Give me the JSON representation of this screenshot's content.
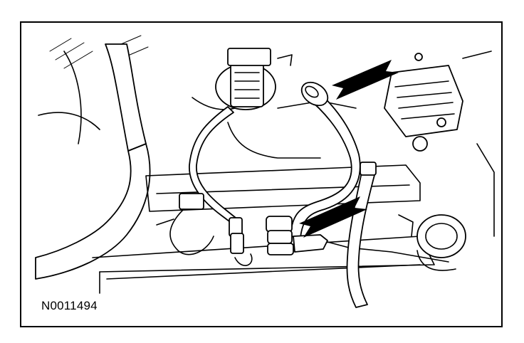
{
  "figure": {
    "id_label": "N0011494",
    "line_color": "#000000",
    "background": "#ffffff",
    "callout_arrows": [
      {
        "name": "upper-callout-arrow",
        "points_to": "hose-end-connector"
      },
      {
        "name": "lower-callout-arrow",
        "points_to": "hose-quick-connect-coupling"
      }
    ]
  }
}
